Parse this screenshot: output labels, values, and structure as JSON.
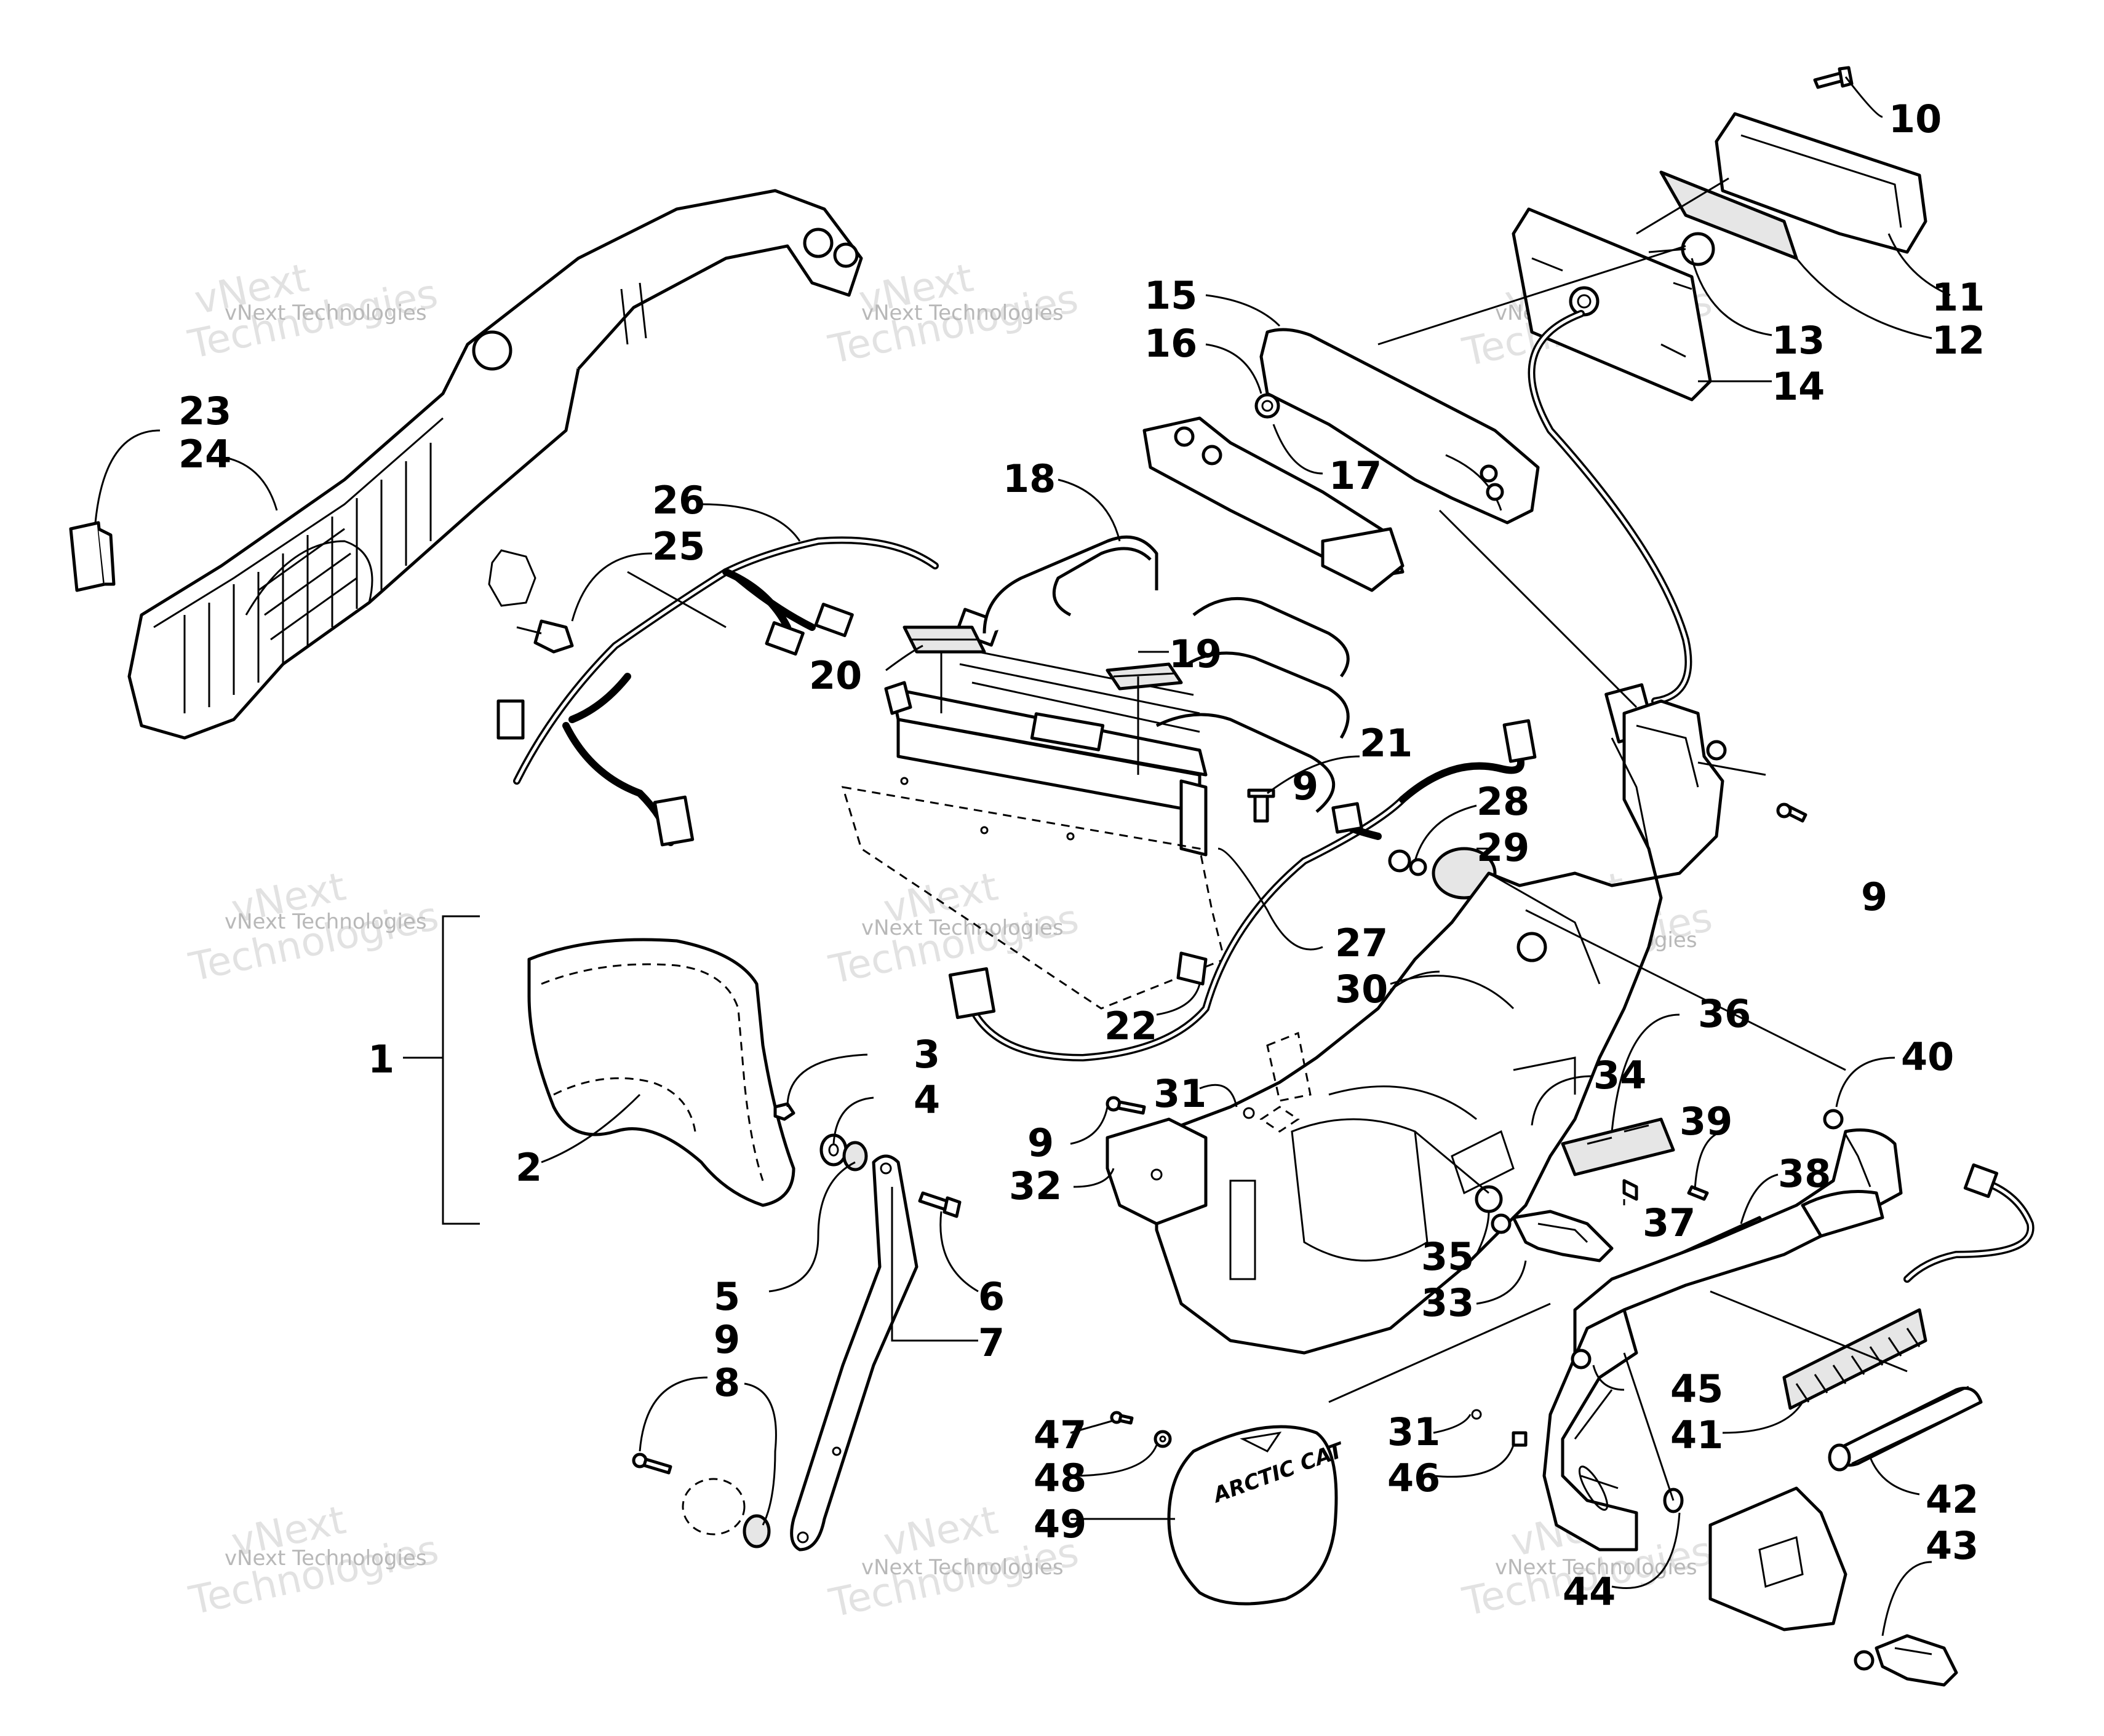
{
  "diagram": {
    "watermark_line1": "vNext",
    "watermark_line2": "Technologies",
    "watermark_full": "vNext Technologies",
    "decal_text": "ARCTIC CAT",
    "callouts": {
      "c1": "1",
      "c2": "2",
      "c3": "3",
      "c4": "4",
      "c5": "5",
      "c6": "6",
      "c7": "7",
      "c8": "8",
      "c9a": "9",
      "c9b": "9",
      "c9c": "9",
      "c9d": "9",
      "c10": "10",
      "c11": "11",
      "c12": "12",
      "c13": "13",
      "c14": "14",
      "c15": "15",
      "c16": "16",
      "c17": "17",
      "c18": "18",
      "c19": "19",
      "c20": "20",
      "c21": "21",
      "c22": "22",
      "c23": "23",
      "c24": "24",
      "c25": "25",
      "c26": "26",
      "c27": "27",
      "c28": "28",
      "c29": "29",
      "c30": "30",
      "c31a": "31",
      "c31b": "31",
      "c32": "32",
      "c33": "33",
      "c34": "34",
      "c35": "35",
      "c36": "36",
      "c37": "37",
      "c38": "38",
      "c39": "39",
      "c40": "40",
      "c41": "41",
      "c42": "42",
      "c43": "43",
      "c44": "44",
      "c45": "45",
      "c46": "46",
      "c47": "47",
      "c48": "48",
      "c49": "49"
    }
  }
}
